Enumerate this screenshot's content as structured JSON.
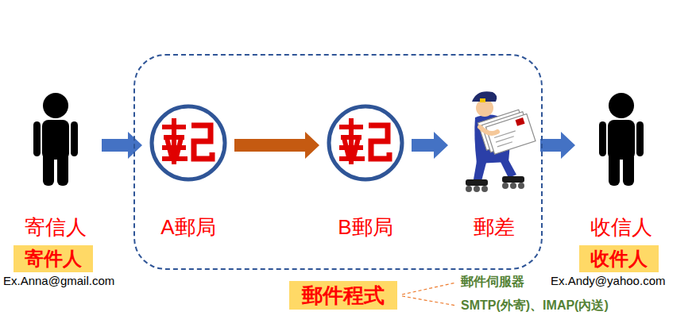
{
  "diagram": {
    "nodes": [
      {
        "text": [
          "寄信人"
        ]
      },
      {
        "text": [
          "寄件人"
        ]
      },
      {
        "text": [
          "郵件程式"
        ]
      },
      {
        "text": [
          "A郵局"
        ],
        "in": 2
      },
      {
        "text": [
          "B郵局"
        ],
        "in": 2
      },
      {
        "text": [
          "郵差"
        ],
        "in": 2
      },
      {
        "text": [
          "收信人"
        ]
      },
      {
        "text": [
          "收件人"
        ]
      }
    ],
    "edges": [
      {
        "from": 0,
        "to": 3,
        "arrow": "to"
      },
      {
        "from": 3,
        "to": 4,
        "arrow": "to"
      },
      {
        "from": 4,
        "to": 5,
        "arrow": "to"
      },
      {
        "from": 5,
        "to": 6,
        "arrow": "to"
      }
    ],
    "labels": [
      "Ex.Anna@gmail.com",
      "Ex.Andy@yahoo.com",
      "郵件伺服器",
      "SMTP(外寄)、IMAP(內送)"
    ]
  }
}
